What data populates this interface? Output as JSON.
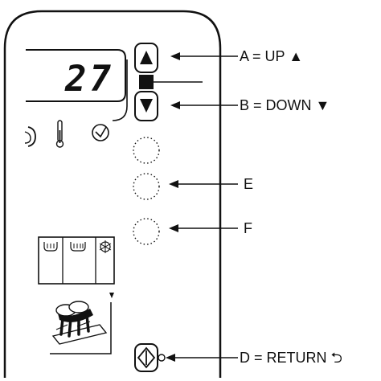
{
  "display": {
    "value": "27"
  },
  "labels": {
    "a": "A = UP ▲",
    "b": "B = DOWN ▼",
    "e": "E",
    "f": "F",
    "d": "D = RETURN ⮌"
  },
  "icons": {
    "display_icons": [
      "partial-icon",
      "thermometer-icon",
      "clock-icon"
    ],
    "mode_icons": [
      "heater-icon",
      "heater-icon",
      "snowflake-icon"
    ],
    "hand": "hand-on-lever-icon"
  }
}
